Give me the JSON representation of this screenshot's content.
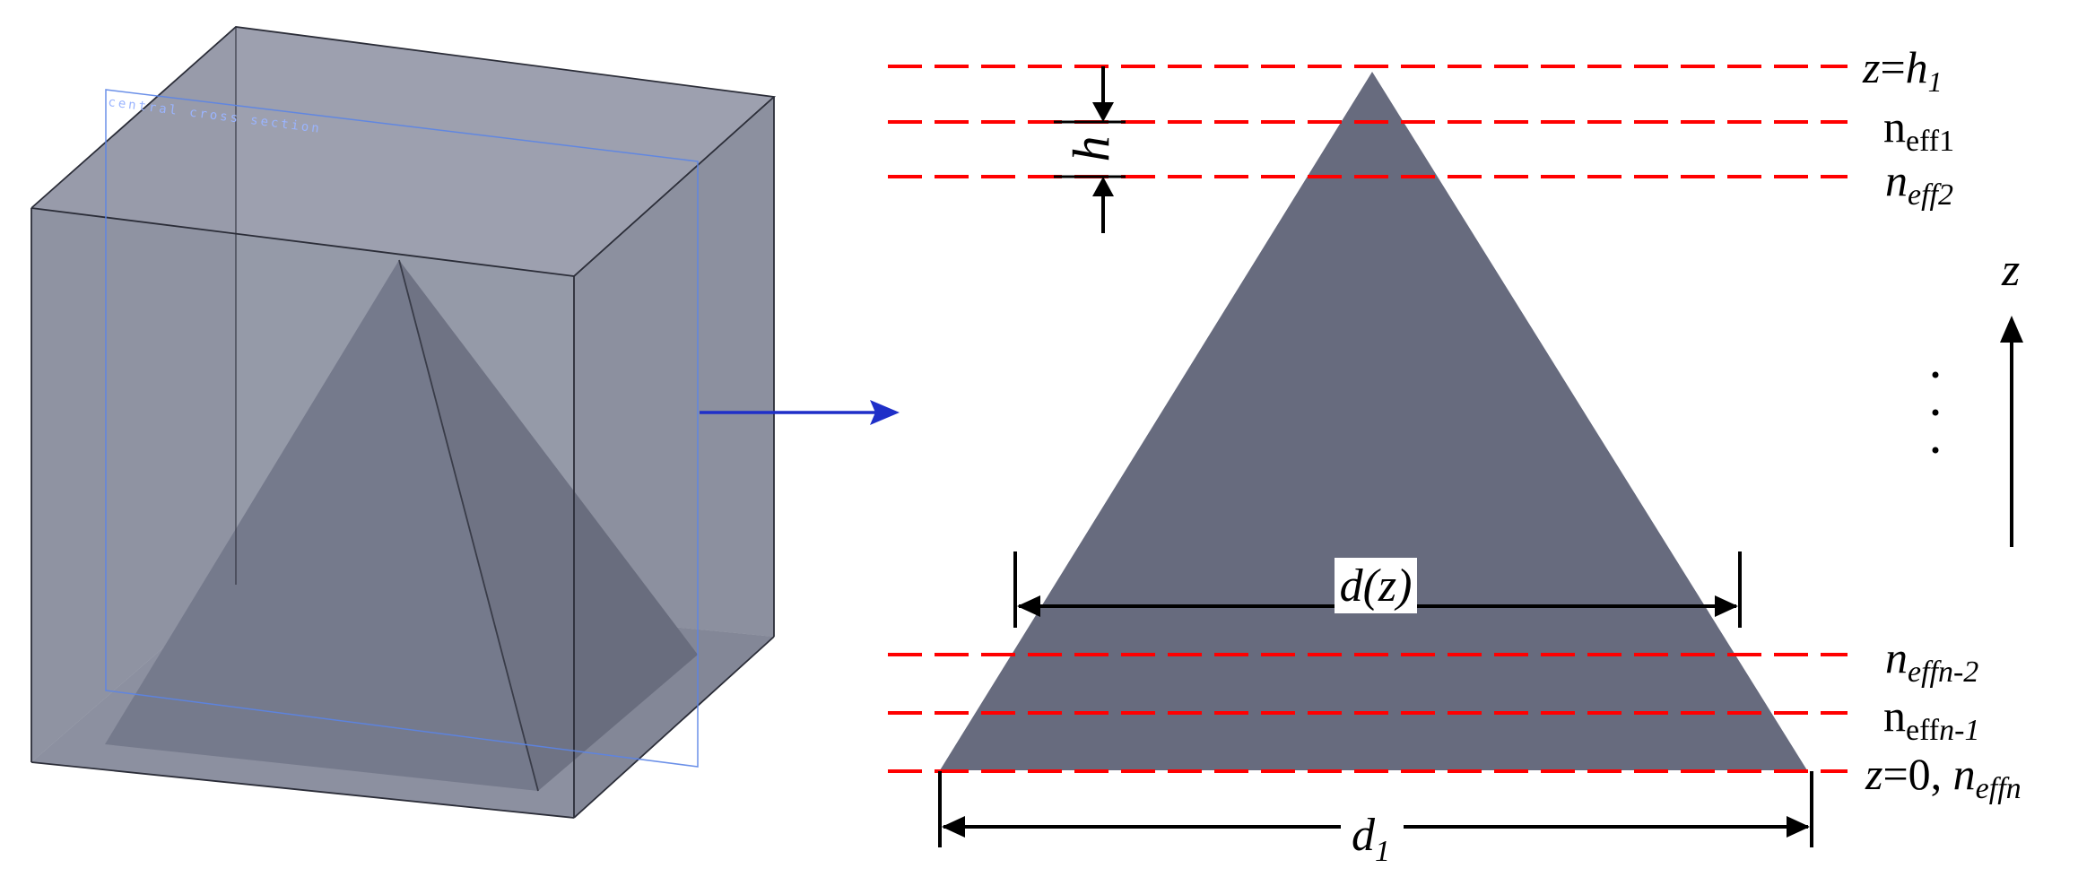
{
  "cross_section_label": "central cross section",
  "colors": {
    "box_fill": "#7a7e8f",
    "pyramid_fill": "#5f6275",
    "triangle_fill": "#676b7e",
    "dash_line": "#ff0000",
    "arrow_blue": "#1f2fc8",
    "section_plane": "#5b84e6"
  },
  "labels": {
    "top": {
      "z": "z",
      "eq": "=",
      "h": "h",
      "sub": "1"
    },
    "neff1": {
      "n": "n",
      "sub": "eff1"
    },
    "neff2": {
      "n": "n",
      "sub": "eff2"
    },
    "h": "h",
    "z_axis": "z",
    "dots": [
      "·",
      "·",
      "·"
    ],
    "dz": "d(z)",
    "neffn2": {
      "n": "n",
      "sub": "effn-2"
    },
    "neffn1": {
      "n": "n",
      "sub_a": "eff",
      "sub_b": "n-1"
    },
    "bottom": {
      "z": "z",
      "eq": "=0, ",
      "n": "n",
      "sub": "effn"
    },
    "d1": {
      "d": "d",
      "sub": "1"
    }
  }
}
